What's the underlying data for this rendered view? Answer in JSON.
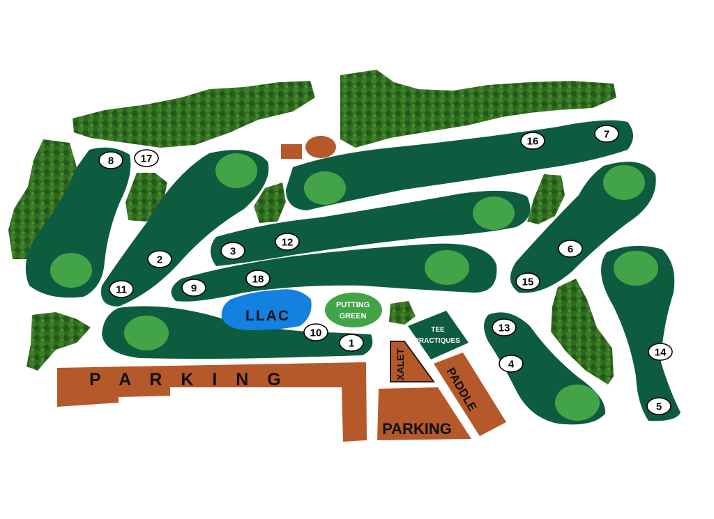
{
  "colors": {
    "fairway": "#0e5c3f",
    "green": "#43a347",
    "lake": "#1480e0",
    "building": "#b5582a",
    "trees": "#2f6b1f",
    "marker": "#ffffff"
  },
  "labels": {
    "parking_main": "P A R K I N G",
    "parking_small": "PARKING",
    "lake": "LLAC",
    "putting_green_line1": "PUTTING",
    "putting_green_line2": "GREEN",
    "tee_practiques_line1": "TEE",
    "tee_practiques_line2": "PRACTIQUES",
    "xalet": "XALET",
    "paddle": "PADDLE"
  },
  "holes": [
    {
      "number": "1"
    },
    {
      "number": "2"
    },
    {
      "number": "3"
    },
    {
      "number": "4"
    },
    {
      "number": "5"
    },
    {
      "number": "6"
    },
    {
      "number": "7"
    },
    {
      "number": "8"
    },
    {
      "number": "9"
    },
    {
      "number": "10"
    },
    {
      "number": "11"
    },
    {
      "number": "12"
    },
    {
      "number": "13"
    },
    {
      "number": "14"
    },
    {
      "number": "15"
    },
    {
      "number": "16"
    },
    {
      "number": "17"
    },
    {
      "number": "18"
    }
  ]
}
